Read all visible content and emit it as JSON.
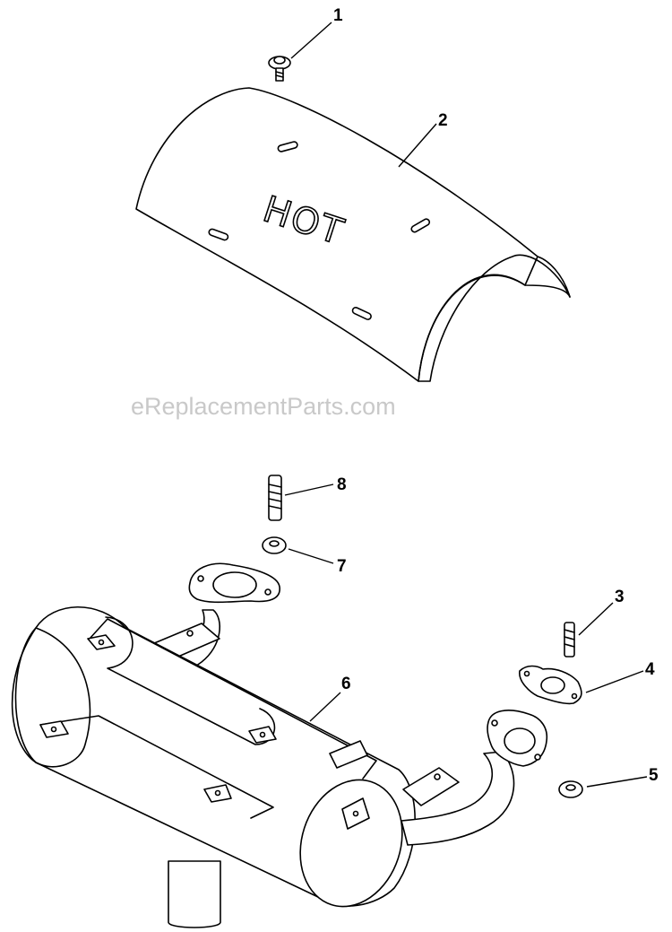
{
  "watermark": "eReplacementParts.com",
  "heat_shield_text": "HOT",
  "callouts": {
    "c1": "1",
    "c2": "2",
    "c3": "3",
    "c4": "4",
    "c5": "5",
    "c6": "6",
    "c7": "7",
    "c8": "8"
  }
}
